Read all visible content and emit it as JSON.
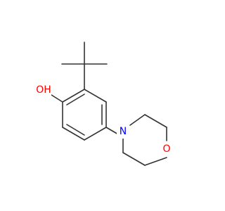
{
  "molecule": {
    "atom_labels": {
      "hydroxyl": "OH",
      "amine_nitrogen": "N",
      "ring_oxygen": "O"
    },
    "colors": {
      "bond": "#333333",
      "oxygen": "#ff0000",
      "nitrogen": "#0000ff",
      "background": "#ffffff"
    }
  }
}
